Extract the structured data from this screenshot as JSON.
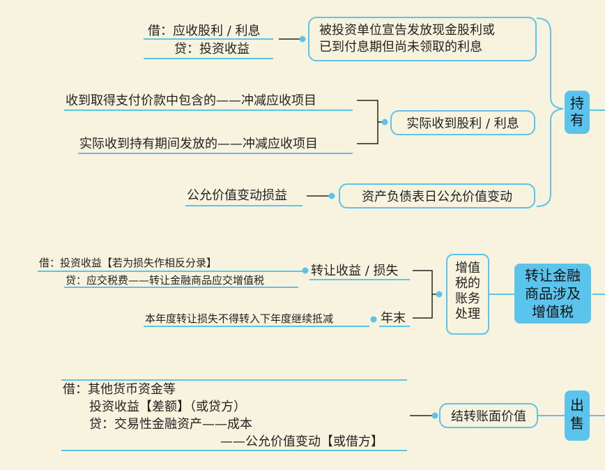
{
  "colors": {
    "accent": "#5bc4ec",
    "line": "#5dc3ea",
    "background": "#f8f3df"
  },
  "hold": {
    "category": "持有",
    "declare": {
      "box": "被投资单位宣告发放现金股利或已到付息期但尚未领取的利息",
      "box_line1": "被投资单位宣告发放现金股利或",
      "box_line2": "已到付息期但尚未领取的利息",
      "entry_line1": "借：应收股利 / 利息",
      "entry_line2": "贷：投资收益"
    },
    "receive": {
      "box": "实际收到股利 / 利息",
      "item1": "收到取得支付价款中包含的——冲减应收项目",
      "item2": "实际收到持有期间发放的——冲减应收项目"
    },
    "fair_value": {
      "box": "资产负债表日公允价值变动",
      "entry": "公允价值变动损益"
    }
  },
  "vat": {
    "category": "转让金融商品涉及增值税",
    "category_lines": [
      "转让金融",
      "商品涉及",
      "增值税"
    ],
    "treatment": "增值税的账务处理",
    "treatment_lines": [
      "增值",
      "税的",
      "账务",
      "处理"
    ],
    "gain_loss": {
      "label": "转让收益 / 损失",
      "entry_line1": "借：投资收益【若为损失作相反分录】",
      "entry_line2": "贷：应交税费——转让金融商品应交增值税"
    },
    "year_end": {
      "label": "年末",
      "note": "本年度转让损失不得转入下年度继续抵减"
    }
  },
  "sale": {
    "category": "出售",
    "box": "结转账面价值",
    "entry_lines": [
      "借：其他货币资金等",
      "投资收益【差额】（或贷方）",
      "贷：交易性金融资产——成本",
      "——公允价值变动【或借方】"
    ]
  }
}
